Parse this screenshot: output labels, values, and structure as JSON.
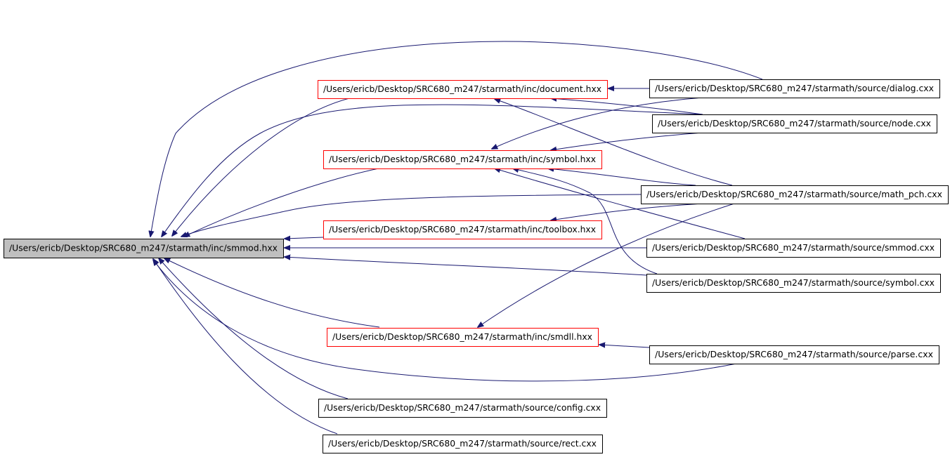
{
  "diagram": {
    "kind": "include-dependency-graph",
    "colors": {
      "edge": "#191970",
      "root_fill": "#bfbfbf",
      "root_border": "#000000",
      "red_border": "#ff0000",
      "black_border": "#000000",
      "text": "#000000"
    },
    "nodes": [
      {
        "id": "smmod_hxx",
        "label": "/Users/ericb/Desktop/SRC680_m247/starmath/inc/smmod.hxx",
        "style": "root"
      },
      {
        "id": "document_hxx",
        "label": "/Users/ericb/Desktop/SRC680_m247/starmath/inc/document.hxx",
        "style": "red"
      },
      {
        "id": "symbol_hxx",
        "label": "/Users/ericb/Desktop/SRC680_m247/starmath/inc/symbol.hxx",
        "style": "red"
      },
      {
        "id": "toolbox_hxx",
        "label": "/Users/ericb/Desktop/SRC680_m247/starmath/inc/toolbox.hxx",
        "style": "red"
      },
      {
        "id": "smdll_hxx",
        "label": "/Users/ericb/Desktop/SRC680_m247/starmath/inc/smdll.hxx",
        "style": "red"
      },
      {
        "id": "config_cxx",
        "label": "/Users/ericb/Desktop/SRC680_m247/starmath/source/config.cxx",
        "style": "black"
      },
      {
        "id": "rect_cxx",
        "label": "/Users/ericb/Desktop/SRC680_m247/starmath/source/rect.cxx",
        "style": "black"
      },
      {
        "id": "dialog_cxx",
        "label": "/Users/ericb/Desktop/SRC680_m247/starmath/source/dialog.cxx",
        "style": "black"
      },
      {
        "id": "node_cxx",
        "label": "/Users/ericb/Desktop/SRC680_m247/starmath/source/node.cxx",
        "style": "black"
      },
      {
        "id": "math_pch_cxx",
        "label": "/Users/ericb/Desktop/SRC680_m247/starmath/source/math_pch.cxx",
        "style": "black"
      },
      {
        "id": "smmod_cxx",
        "label": "/Users/ericb/Desktop/SRC680_m247/starmath/source/smmod.cxx",
        "style": "black"
      },
      {
        "id": "symbol_cxx",
        "label": "/Users/ericb/Desktop/SRC680_m247/starmath/source/symbol.cxx",
        "style": "black"
      },
      {
        "id": "parse_cxx",
        "label": "/Users/ericb/Desktop/SRC680_m247/starmath/source/parse.cxx",
        "style": "black"
      }
    ],
    "edges": [
      {
        "from": "document_hxx",
        "to": "smmod_hxx"
      },
      {
        "from": "symbol_hxx",
        "to": "smmod_hxx"
      },
      {
        "from": "toolbox_hxx",
        "to": "smmod_hxx"
      },
      {
        "from": "smdll_hxx",
        "to": "smmod_hxx"
      },
      {
        "from": "config_cxx",
        "to": "smmod_hxx"
      },
      {
        "from": "rect_cxx",
        "to": "smmod_hxx"
      },
      {
        "from": "dialog_cxx",
        "to": "smmod_hxx"
      },
      {
        "from": "node_cxx",
        "to": "smmod_hxx"
      },
      {
        "from": "math_pch_cxx",
        "to": "smmod_hxx"
      },
      {
        "from": "smmod_cxx",
        "to": "smmod_hxx"
      },
      {
        "from": "symbol_cxx",
        "to": "smmod_hxx"
      },
      {
        "from": "parse_cxx",
        "to": "smmod_hxx"
      },
      {
        "from": "dialog_cxx",
        "to": "document_hxx"
      },
      {
        "from": "node_cxx",
        "to": "document_hxx"
      },
      {
        "from": "math_pch_cxx",
        "to": "document_hxx"
      },
      {
        "from": "dialog_cxx",
        "to": "symbol_hxx"
      },
      {
        "from": "node_cxx",
        "to": "symbol_hxx"
      },
      {
        "from": "math_pch_cxx",
        "to": "symbol_hxx"
      },
      {
        "from": "smmod_cxx",
        "to": "symbol_hxx"
      },
      {
        "from": "symbol_cxx",
        "to": "symbol_hxx"
      },
      {
        "from": "math_pch_cxx",
        "to": "toolbox_hxx"
      },
      {
        "from": "math_pch_cxx",
        "to": "smdll_hxx"
      },
      {
        "from": "parse_cxx",
        "to": "smdll_hxx"
      }
    ]
  }
}
